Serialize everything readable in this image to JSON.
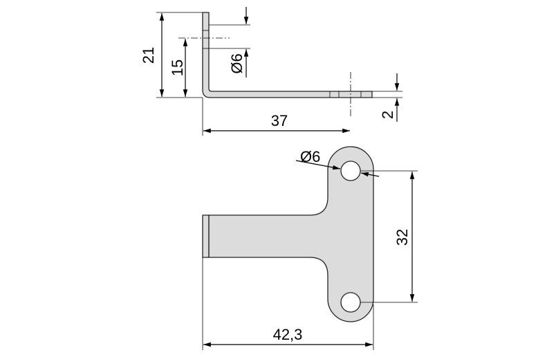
{
  "dimensions": {
    "height_overall": "21",
    "hole_height": "15",
    "hole_diameter_side": "Ø6",
    "arm_length": "37",
    "thickness": "2",
    "hole_diameter_top": "Ø6",
    "hole_spacing": "32",
    "overall_width": "42,3"
  },
  "colors": {
    "part_fill": "#dcdcdc",
    "outline": "#222222"
  }
}
